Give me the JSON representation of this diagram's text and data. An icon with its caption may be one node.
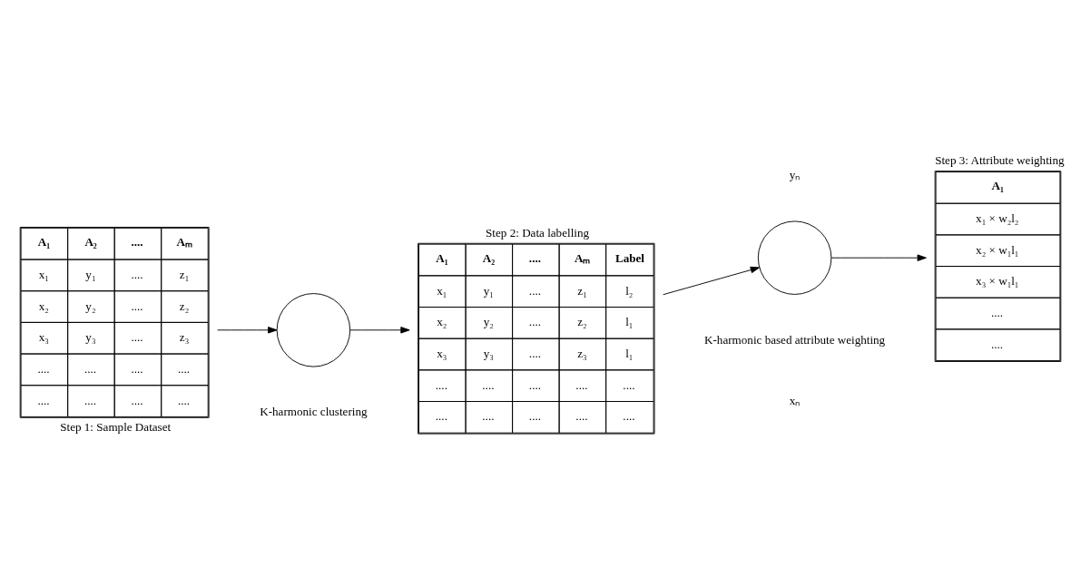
{
  "diagram": {
    "nodes": [
      {
        "text": [
          "A₁",
          "A₂",
          "....",
          "Aₘ",
          "x₁",
          "y₁",
          "....",
          "z₁",
          "x₂",
          "y₂",
          "....",
          "z₂",
          "x₃",
          "y₃",
          "....",
          "z₃",
          "....",
          "....",
          "....",
          "....",
          "....",
          "....",
          "....",
          "...."
        ],
        "beside": [
          "Step 1: Sample Dataset"
        ]
      },
      {
        "text": [],
        "shape": "circle",
        "beside": [
          "K-harmonic clustering"
        ]
      },
      {
        "text": [
          "A₁",
          "A₂",
          "....",
          "Aₘ",
          "Label",
          "x₁",
          "y₁",
          "....",
          "z₁",
          "l₂",
          "x₂",
          "y₂",
          "....",
          "z₂",
          "l₁",
          "x₃",
          "y₃",
          "....",
          "z₃",
          "l₁",
          "....",
          "....",
          "....",
          "....",
          "....",
          "....",
          "....",
          "....",
          "....",
          "...."
        ],
        "beside": [
          "Step 2: Data labelling"
        ]
      },
      {
        "text": [],
        "shape": "circle",
        "beside": [
          "K-harmonic based attribute weighting"
        ]
      },
      {
        "text": [
          "A₁",
          "x₁ × w₂l₂",
          "x₂ × w₁l₁",
          "x₃ × w₁l₁",
          "....",
          "...."
        ],
        "beside": [
          "Step 3: Attribute weighting"
        ]
      }
    ],
    "edges": [
      {
        "from": 0,
        "to": 1,
        "arrow": "to"
      },
      {
        "from": 1,
        "to": 2,
        "arrow": "to"
      },
      {
        "from": 2,
        "to": 3,
        "arrow": "to"
      },
      {
        "from": 3,
        "to": 4,
        "arrow": "to"
      }
    ],
    "labels": [
      "xₙ",
      "yₙ"
    ]
  }
}
